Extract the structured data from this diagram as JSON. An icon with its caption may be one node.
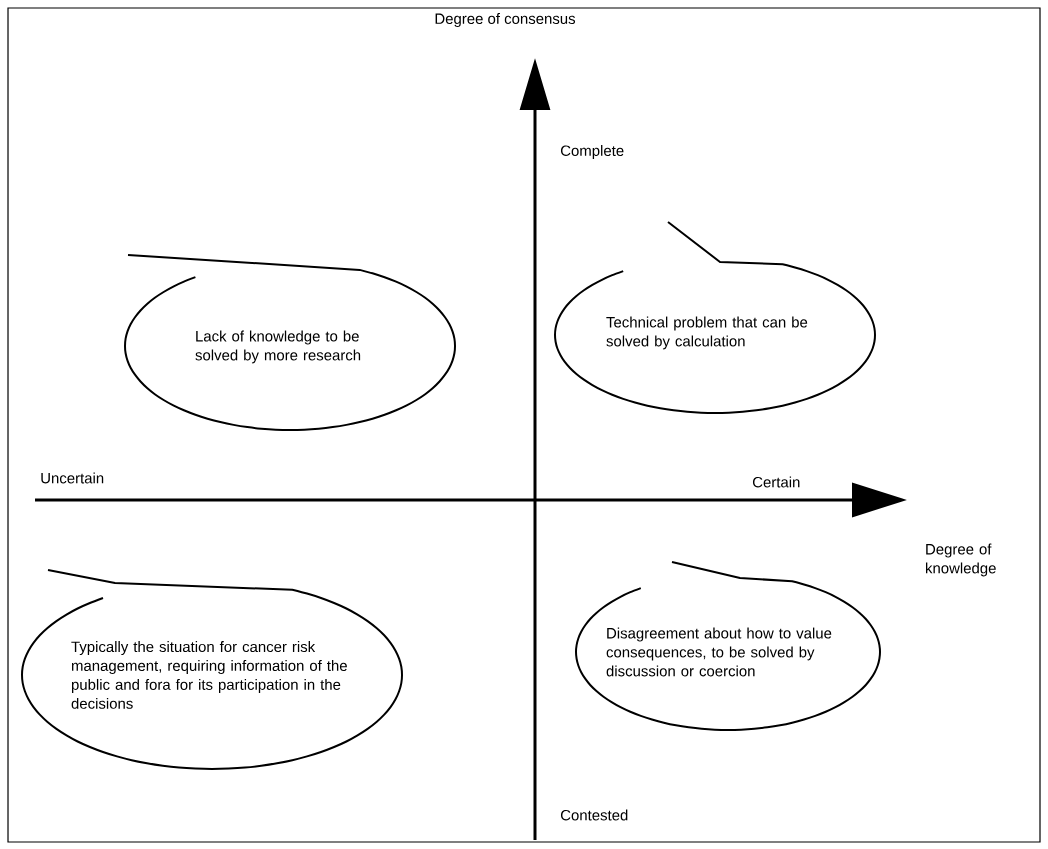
{
  "diagram": {
    "nodes": [
      {
        "text": [
          "Lack of knowledge to be solved by more research"
        ]
      },
      {
        "text": [
          "Technical problem that can be solved by calculation"
        ]
      },
      {
        "text": [
          "Typically the situation for cancer risk management, requiring information of the public and fora for its participation in the decisions"
        ]
      },
      {
        "text": [
          "Disagreement about how to value consequences, to be solved by discussion or coercion"
        ]
      }
    ],
    "labels": [
      "Degree of consensus",
      "Complete",
      "Uncertain",
      "Certain",
      "Degree of knowledge",
      "Contested"
    ]
  }
}
